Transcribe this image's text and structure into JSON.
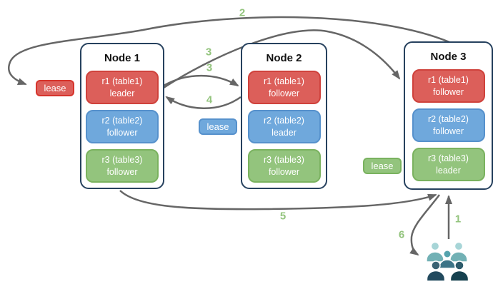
{
  "nodes": [
    {
      "title": "Node 1",
      "replicas": [
        {
          "range": "r1 (table1)",
          "role": "leader",
          "color": "red"
        },
        {
          "range": "r2 (table2)",
          "role": "follower",
          "color": "blue"
        },
        {
          "range": "r3 (table3)",
          "role": "follower",
          "color": "green"
        }
      ]
    },
    {
      "title": "Node 2",
      "replicas": [
        {
          "range": "r1 (table1)",
          "role": "follower",
          "color": "red"
        },
        {
          "range": "r2 (table2)",
          "role": "leader",
          "color": "blue"
        },
        {
          "range": "r3 (table3)",
          "role": "follower",
          "color": "green"
        }
      ]
    },
    {
      "title": "Node 3",
      "replicas": [
        {
          "range": "r1 (table1)",
          "role": "follower",
          "color": "red"
        },
        {
          "range": "r2 (table2)",
          "role": "follower",
          "color": "blue"
        },
        {
          "range": "r3 (table3)",
          "role": "leader",
          "color": "green"
        }
      ]
    }
  ],
  "leases": [
    {
      "label": "lease",
      "color": "red"
    },
    {
      "label": "lease",
      "color": "blue"
    },
    {
      "label": "lease",
      "color": "green"
    }
  ],
  "steps": {
    "s1": "1",
    "s2": "2",
    "s3a": "3",
    "s3b": "3",
    "s4": "4",
    "s5": "5",
    "s6": "6"
  },
  "icons": {
    "users_group": "users-group-icon"
  },
  "colors": {
    "red_fill": "#dc5f5a",
    "red_border": "#d6342c",
    "blue_fill": "#6fa8dc",
    "blue_border": "#5691cc",
    "green_fill": "#93c47d",
    "green_border": "#7ab25f",
    "node_border": "#26415e",
    "arrow": "#666666",
    "step_label": "#93c47d",
    "users_light": "#a7d5d7",
    "users_mid": "#72b1b5",
    "users_dark": "#224a5e"
  }
}
